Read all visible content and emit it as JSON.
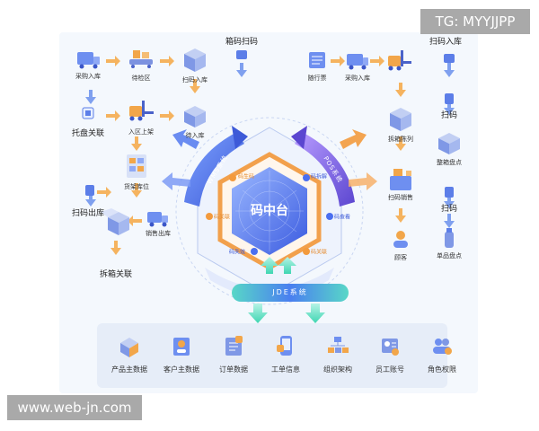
{
  "watermarks": {
    "tg": "TG: MYYJJPP",
    "web": "www.web-jn.com"
  },
  "center": {
    "title": "码中台",
    "nodes": [
      "码生码",
      "码拆解",
      "码查看",
      "码关联",
      "码失效",
      "码关联"
    ]
  },
  "bands": {
    "left": "WMS系统",
    "right": "POS系统",
    "bottom": "JDE系统"
  },
  "left_flow": {
    "purchase_in": "采购入库",
    "pending_area": "待检区",
    "scan_in": "扫码入库",
    "box_scan": "箱码扫码",
    "pallet_link": "托盘关联",
    "in_area_shelf": "入区上架",
    "pending_in": "待入库",
    "cargo_location": "货架库位",
    "scan_out": "扫码出库",
    "sales_out": "销售出库",
    "unbox_link": "拆箱关联"
  },
  "right_flow": {
    "receipt": "随行票",
    "purchase_in": "采购入库",
    "scan_in": "扫码入库",
    "unbox_display": "拆箱陈列",
    "scan1": "扫码",
    "box_check": "整箱盘点",
    "scan_sell": "扫码销售",
    "scan2": "扫码",
    "customer": "顾客",
    "single_check": "单品盘点"
  },
  "bottom_items": [
    "产品主数据",
    "客户主数据",
    "订单数据",
    "工单信息",
    "组织架构",
    "员工账号",
    "角色权限"
  ],
  "colors": {
    "blue": "#3d6ff0",
    "orange": "#f39a3d",
    "purple": "#6b58d8",
    "teal": "#3cd6b4"
  }
}
